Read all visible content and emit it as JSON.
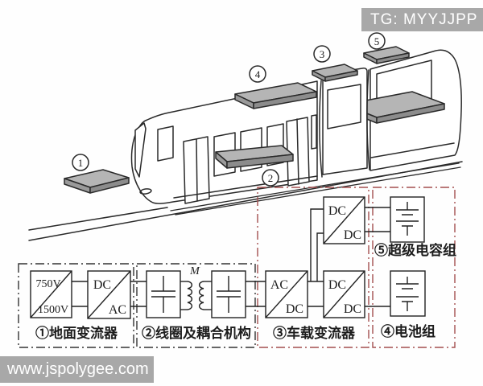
{
  "watermarks": {
    "top_right": "TG: MYYJJPP",
    "bottom_left": "www.jspolygee.com"
  },
  "colors": {
    "badge_bg": "#a8a8a8",
    "badge_text": "#ffffff",
    "pad_fill": "#b5b5b5",
    "pad_side": "#9a9a9a",
    "red_border": "#a34f4f",
    "line": "#2a2a2a"
  },
  "tram": {
    "callouts": {
      "c1": "1",
      "c2": "2",
      "c3": "3",
      "c4": "4",
      "c5": "5"
    }
  },
  "diagram": {
    "source": {
      "top": "750V",
      "bottom": "1500V"
    },
    "ground_converter": {
      "top": "DC",
      "bottom": "AC"
    },
    "onboard_rectifier": {
      "top": "AC",
      "bottom": "DC"
    },
    "onboard_dcdc": {
      "top": "DC",
      "bottom": "DC"
    },
    "aux_dcdc": {
      "top": "DC",
      "bottom": "DC"
    },
    "mutual_inductance": "M",
    "labels": {
      "section1": "①地面变流器",
      "section2": "②线圈及耦合机构",
      "section3": "③车载变流器",
      "battery": "④电池组",
      "supercap": "⑤超级电容组"
    }
  }
}
